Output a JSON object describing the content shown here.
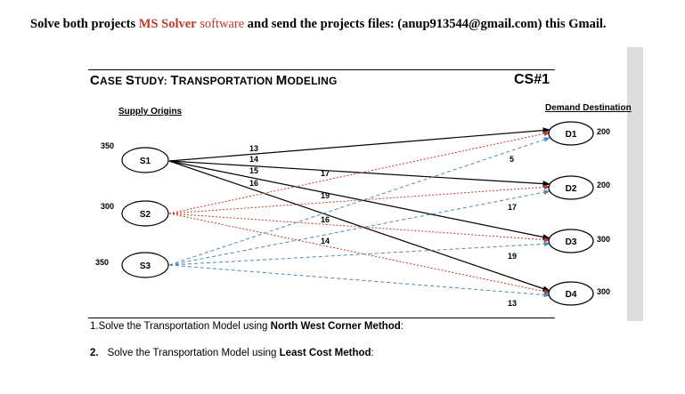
{
  "heading": {
    "part1": "Solve both projects ",
    "ms_solver": "MS Solver",
    "software": " software",
    "part2": " and send the projects files: (anup913544@gmail.com) this Gmail."
  },
  "case_study": {
    "title_case_c": "C",
    "title_case_rest": "ASE ",
    "title_study_s": "S",
    "title_study_rest": "TUDY: ",
    "title_t": "T",
    "title_t_rest": "RANSPORTATION ",
    "title_m": "M",
    "title_m_rest": "ODELING",
    "number": "CS#1"
  },
  "labels": {
    "supply_origins": "Supply Origins",
    "demand_destination": "Demand Destination"
  },
  "origins": [
    {
      "id": "S1",
      "supply": "350"
    },
    {
      "id": "S2",
      "supply": "300"
    },
    {
      "id": "S3",
      "supply": "350"
    }
  ],
  "destinations": [
    {
      "id": "D1",
      "demand": "200"
    },
    {
      "id": "D2",
      "demand": "200"
    },
    {
      "id": "D3",
      "demand": "300"
    },
    {
      "id": "D4",
      "demand": "300"
    }
  ],
  "costs": {
    "S1": [
      "13",
      "14",
      "15",
      "16"
    ],
    "S2": [
      "17",
      "19",
      "16",
      "14"
    ],
    "S3": [
      "5",
      "17",
      "19",
      "13"
    ]
  },
  "colors": {
    "S1": "#000000",
    "S2": "#c0392b",
    "S3": "#4a8ac0",
    "accent": "#c0392b"
  },
  "questions": {
    "q1_prefix": "1.Solve the Transportation Model using ",
    "q1_method": "North West Corner Method",
    "q1_suffix": ":",
    "q2_num": "2.",
    "q2_prefix": "Solve the Transportation Model using ",
    "q2_method": "Least Cost Method",
    "q2_suffix": ":"
  }
}
